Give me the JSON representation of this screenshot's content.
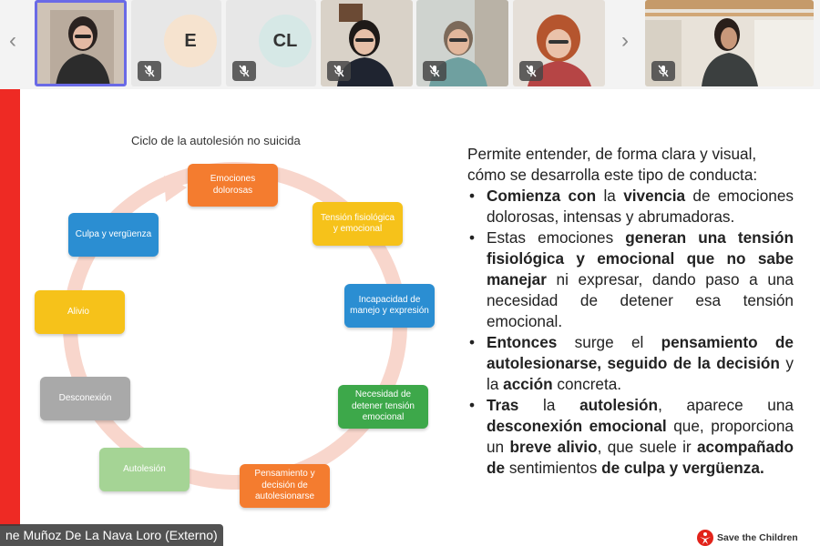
{
  "participants": [
    {
      "type": "video",
      "active": true
    },
    {
      "type": "initials",
      "initials": "E",
      "avatar_color": "#f6e3cf",
      "muted": true
    },
    {
      "type": "initials",
      "initials": "CL",
      "avatar_color": "#d6e8e6",
      "muted": true
    },
    {
      "type": "video",
      "muted": true
    },
    {
      "type": "video",
      "muted": true
    },
    {
      "type": "video",
      "muted": true
    },
    {
      "type": "video",
      "muted": true
    }
  ],
  "icons": {
    "prev": "chevron-left-icon",
    "next": "chevron-right-icon",
    "mute": "mic-off-icon"
  },
  "diagram": {
    "title": "Ciclo de la autolesión no suicida",
    "steps": [
      {
        "label": "Emociones dolorosas",
        "color": "#f47c2f"
      },
      {
        "label": "Tensión fisiológica y emocional",
        "color": "#f6c21a"
      },
      {
        "label": "Incapacidad de manejo y expresión",
        "color": "#2b8ed2"
      },
      {
        "label": "Necesidad de detener tensión emocional",
        "color": "#3da84a"
      },
      {
        "label": "Pensamiento y decisión de autolesionarse",
        "color": "#f47c2f"
      },
      {
        "label": "Autolesión",
        "color": "#a5d495"
      },
      {
        "label": "Desconexión",
        "color": "#a9a9a9"
      },
      {
        "label": "Alivio",
        "color": "#f6c21a"
      },
      {
        "label": "Culpa y vergüenza",
        "color": "#2b8ed2"
      }
    ],
    "ring_color": "#f8d6cc"
  },
  "description": {
    "intro": "Permite entender, de forma clara y visual, cómo se desarrolla este tipo de conducta:",
    "bullets": [
      [
        {
          "t": "Comienza con",
          "b": true
        },
        {
          "t": " la ",
          "b": false
        },
        {
          "t": "vivencia",
          "b": true
        },
        {
          "t": " de emociones dolorosas, intensas y abrumadoras.",
          "b": false
        }
      ],
      [
        {
          "t": "Estas emociones ",
          "b": false
        },
        {
          "t": "generan una tensión fisiológica y emocional que no sabe manejar",
          "b": true
        },
        {
          "t": " ni expresar, dando paso a una necesidad de detener esa tensión emocional.",
          "b": false
        }
      ],
      [
        {
          "t": "Entonces",
          "b": true
        },
        {
          "t": " surge el ",
          "b": false
        },
        {
          "t": "pensamiento de autolesionarse, seguido de la decisión",
          "b": true
        },
        {
          "t": " y la ",
          "b": false
        },
        {
          "t": "acción",
          "b": true
        },
        {
          "t": " concreta.",
          "b": false
        }
      ],
      [
        {
          "t": "Tras",
          "b": true
        },
        {
          "t": " la ",
          "b": false
        },
        {
          "t": "autolesión",
          "b": true
        },
        {
          "t": ", aparece una ",
          "b": false
        },
        {
          "t": "desconexión emocional",
          "b": true
        },
        {
          "t": " que, proporciona un ",
          "b": false
        },
        {
          "t": "breve alivio",
          "b": true
        },
        {
          "t": ", que suele ir ",
          "b": false
        },
        {
          "t": "acompañado de",
          "b": true
        },
        {
          "t": " sentimientos ",
          "b": false
        },
        {
          "t": "de culpa y vergüenza.",
          "b": true
        }
      ]
    ]
  },
  "speaker_name": "ne Muñoz De La Nava Loro (Externo)",
  "logo": {
    "name": "Save the Children",
    "color": "#e2231a"
  },
  "accent_color": "#ee2a24"
}
